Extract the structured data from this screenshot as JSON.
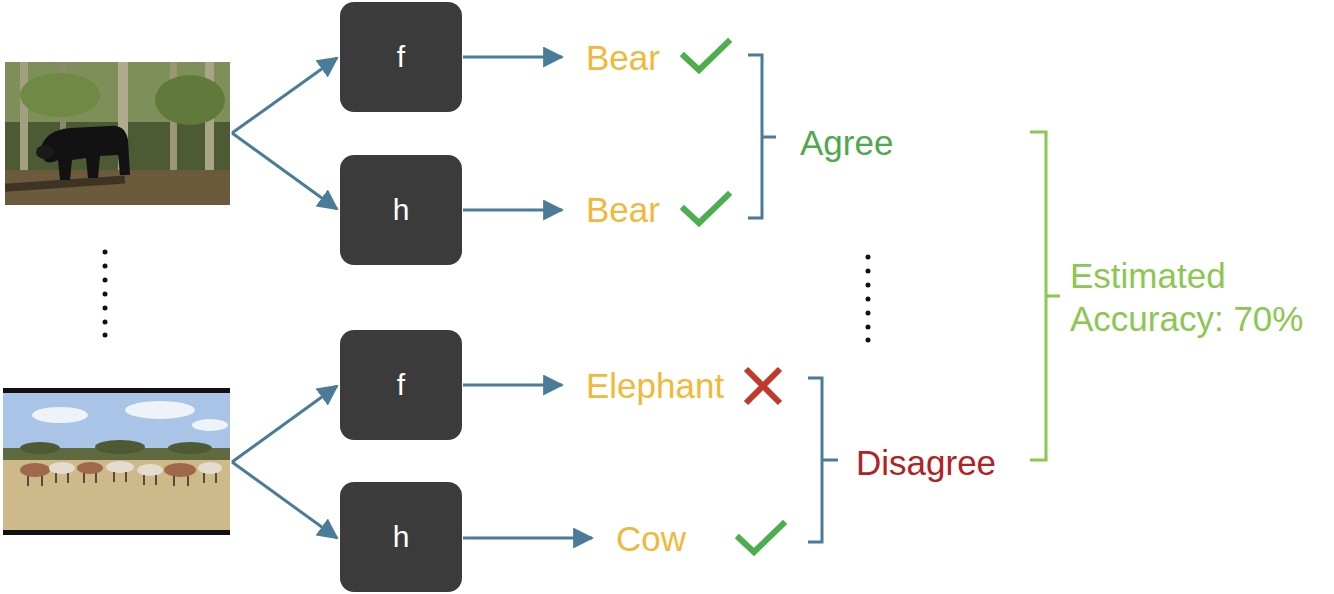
{
  "diagram": {
    "nodes": [
      {
        "text": [
          "f"
        ]
      },
      {
        "text": [
          "h"
        ]
      },
      {
        "text": [
          "f"
        ]
      },
      {
        "text": [
          "h"
        ]
      }
    ],
    "labels": [
      "Bear",
      "Bear",
      "Agree",
      "Elephant",
      "Cow",
      "Disagree",
      "Estimated Accuracy: 70%"
    ]
  }
}
